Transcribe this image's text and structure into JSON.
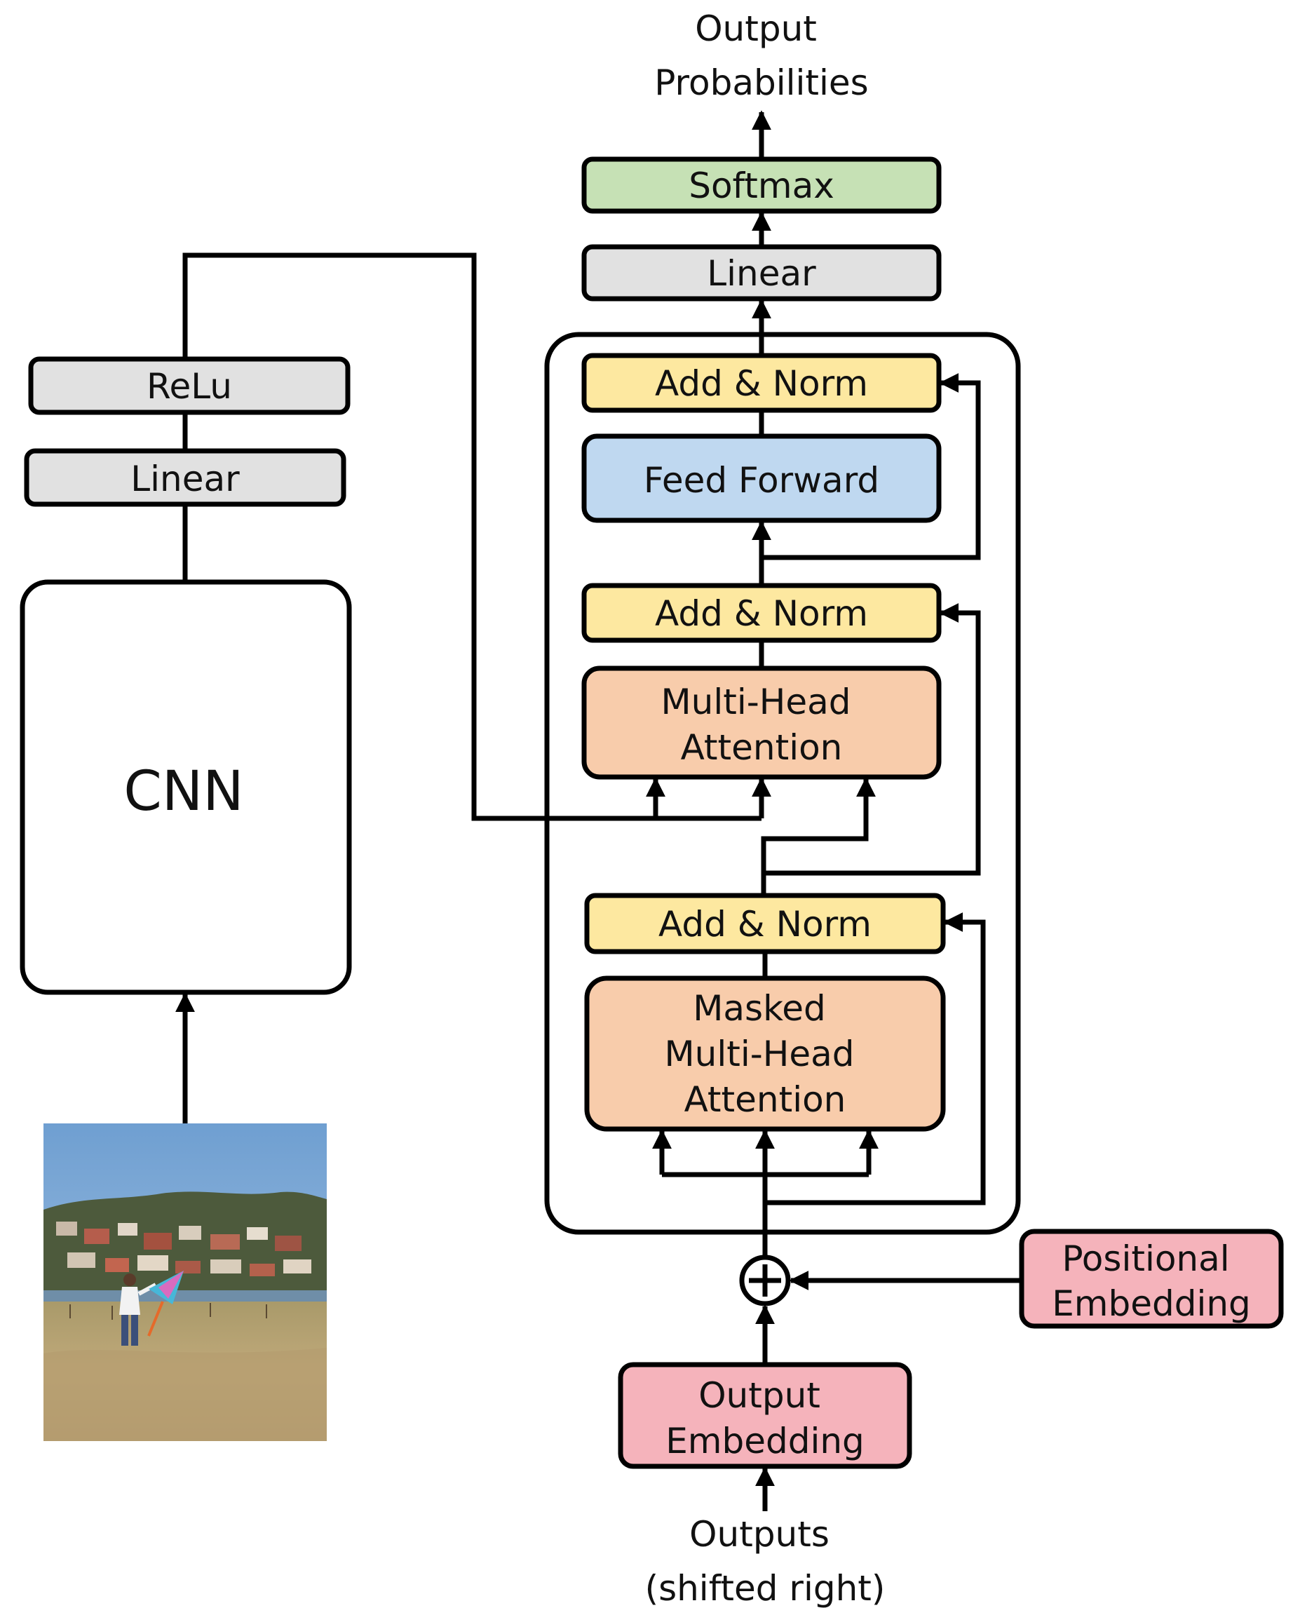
{
  "colors": {
    "softmax": "#c6e1b5",
    "linear": "#e1e1e1",
    "add_norm": "#fde8a0",
    "feed_forward": "#bfd8f0",
    "attention": "#f8ccab",
    "embedding": "#f5b3bb",
    "cnn": "#ffffff"
  },
  "labels": {
    "output_probabilities": [
      "Output",
      "Probabilities"
    ],
    "softmax": "Softmax",
    "decoder_linear": "Linear",
    "add_norm_top": "Add & Norm",
    "feed_forward": "Feed Forward",
    "add_norm_mid": "Add & Norm",
    "multi_head_attention": [
      "Multi-Head",
      "Attention"
    ],
    "add_norm_bottom": "Add & Norm",
    "masked_multi_head_attention": [
      "Masked",
      "Multi-Head",
      "Attention"
    ],
    "positional_embedding": [
      "Positional",
      "Embedding"
    ],
    "output_embedding": [
      "Output",
      "Embedding"
    ],
    "outputs": [
      "Outputs",
      "(shifted right)"
    ],
    "relu": "ReLu",
    "encoder_linear": "Linear",
    "cnn": "CNN"
  },
  "icons": {
    "sum": "plus-circle-icon",
    "input_image": "kite-flying-photo"
  }
}
